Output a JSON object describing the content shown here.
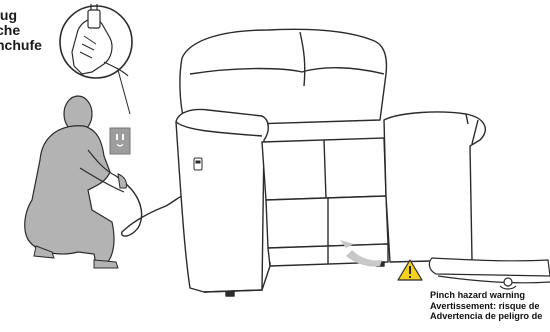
{
  "plug_label": {
    "line1": "lug",
    "line2": "che",
    "line3": "nchufe"
  },
  "warning": {
    "line1": "Pinch hazard warning",
    "line2": "Avertissement: risque de",
    "line3": "Advertencia de peligro de"
  },
  "colors": {
    "person_fill": "#b3b3b3",
    "outline": "#2b2b2b",
    "warning_yellow": "#f6d11b",
    "outlet_gray": "#9d9d9d",
    "arrow_gray": "#c8c8c8"
  },
  "icons": [
    "plug-icon",
    "warning-triangle-icon",
    "power-button-icon",
    "outlet-icon",
    "arrow-icon"
  ]
}
